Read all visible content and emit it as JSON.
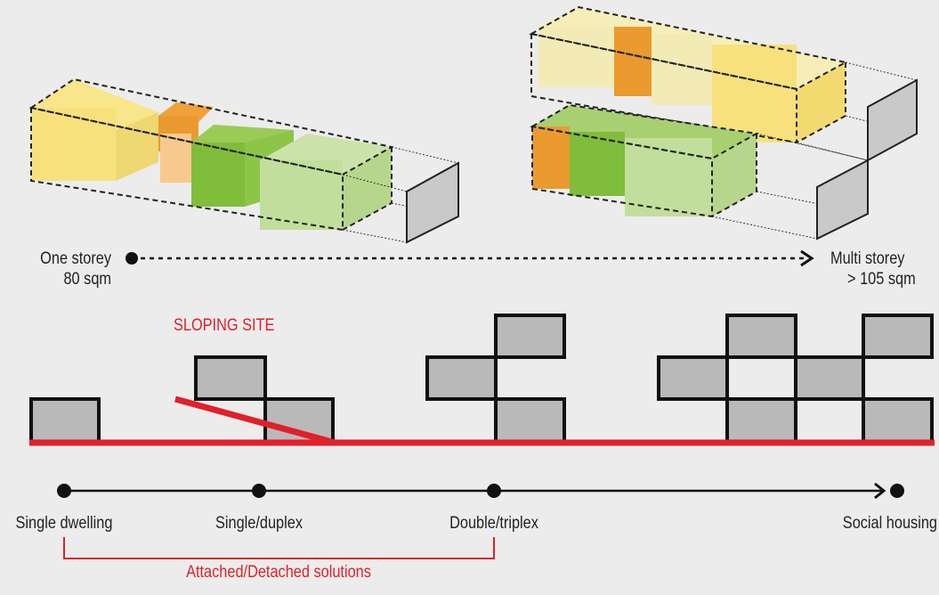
{
  "storey_scale": {
    "left_label": "One storey",
    "left_sub": "80 sqm",
    "right_label": "Multi  storey",
    "right_sub": "> 105 sqm"
  },
  "site_label": "SLOPING SITE",
  "timeline": {
    "stops": [
      "Single dwelling",
      "Single/duplex",
      "Double/triplex",
      "Social housing"
    ],
    "bracket_label": "Attached/Detached solutions"
  },
  "colors": {
    "yellow": "#f7e27a",
    "pale_yellow": "#f3ebb5",
    "orange": "#ea9a2e",
    "green": "#82c040",
    "light_green": "#bedc98",
    "grey_box": "#b9b9b9",
    "red_line": "#e0202a",
    "background": "#ececec"
  }
}
